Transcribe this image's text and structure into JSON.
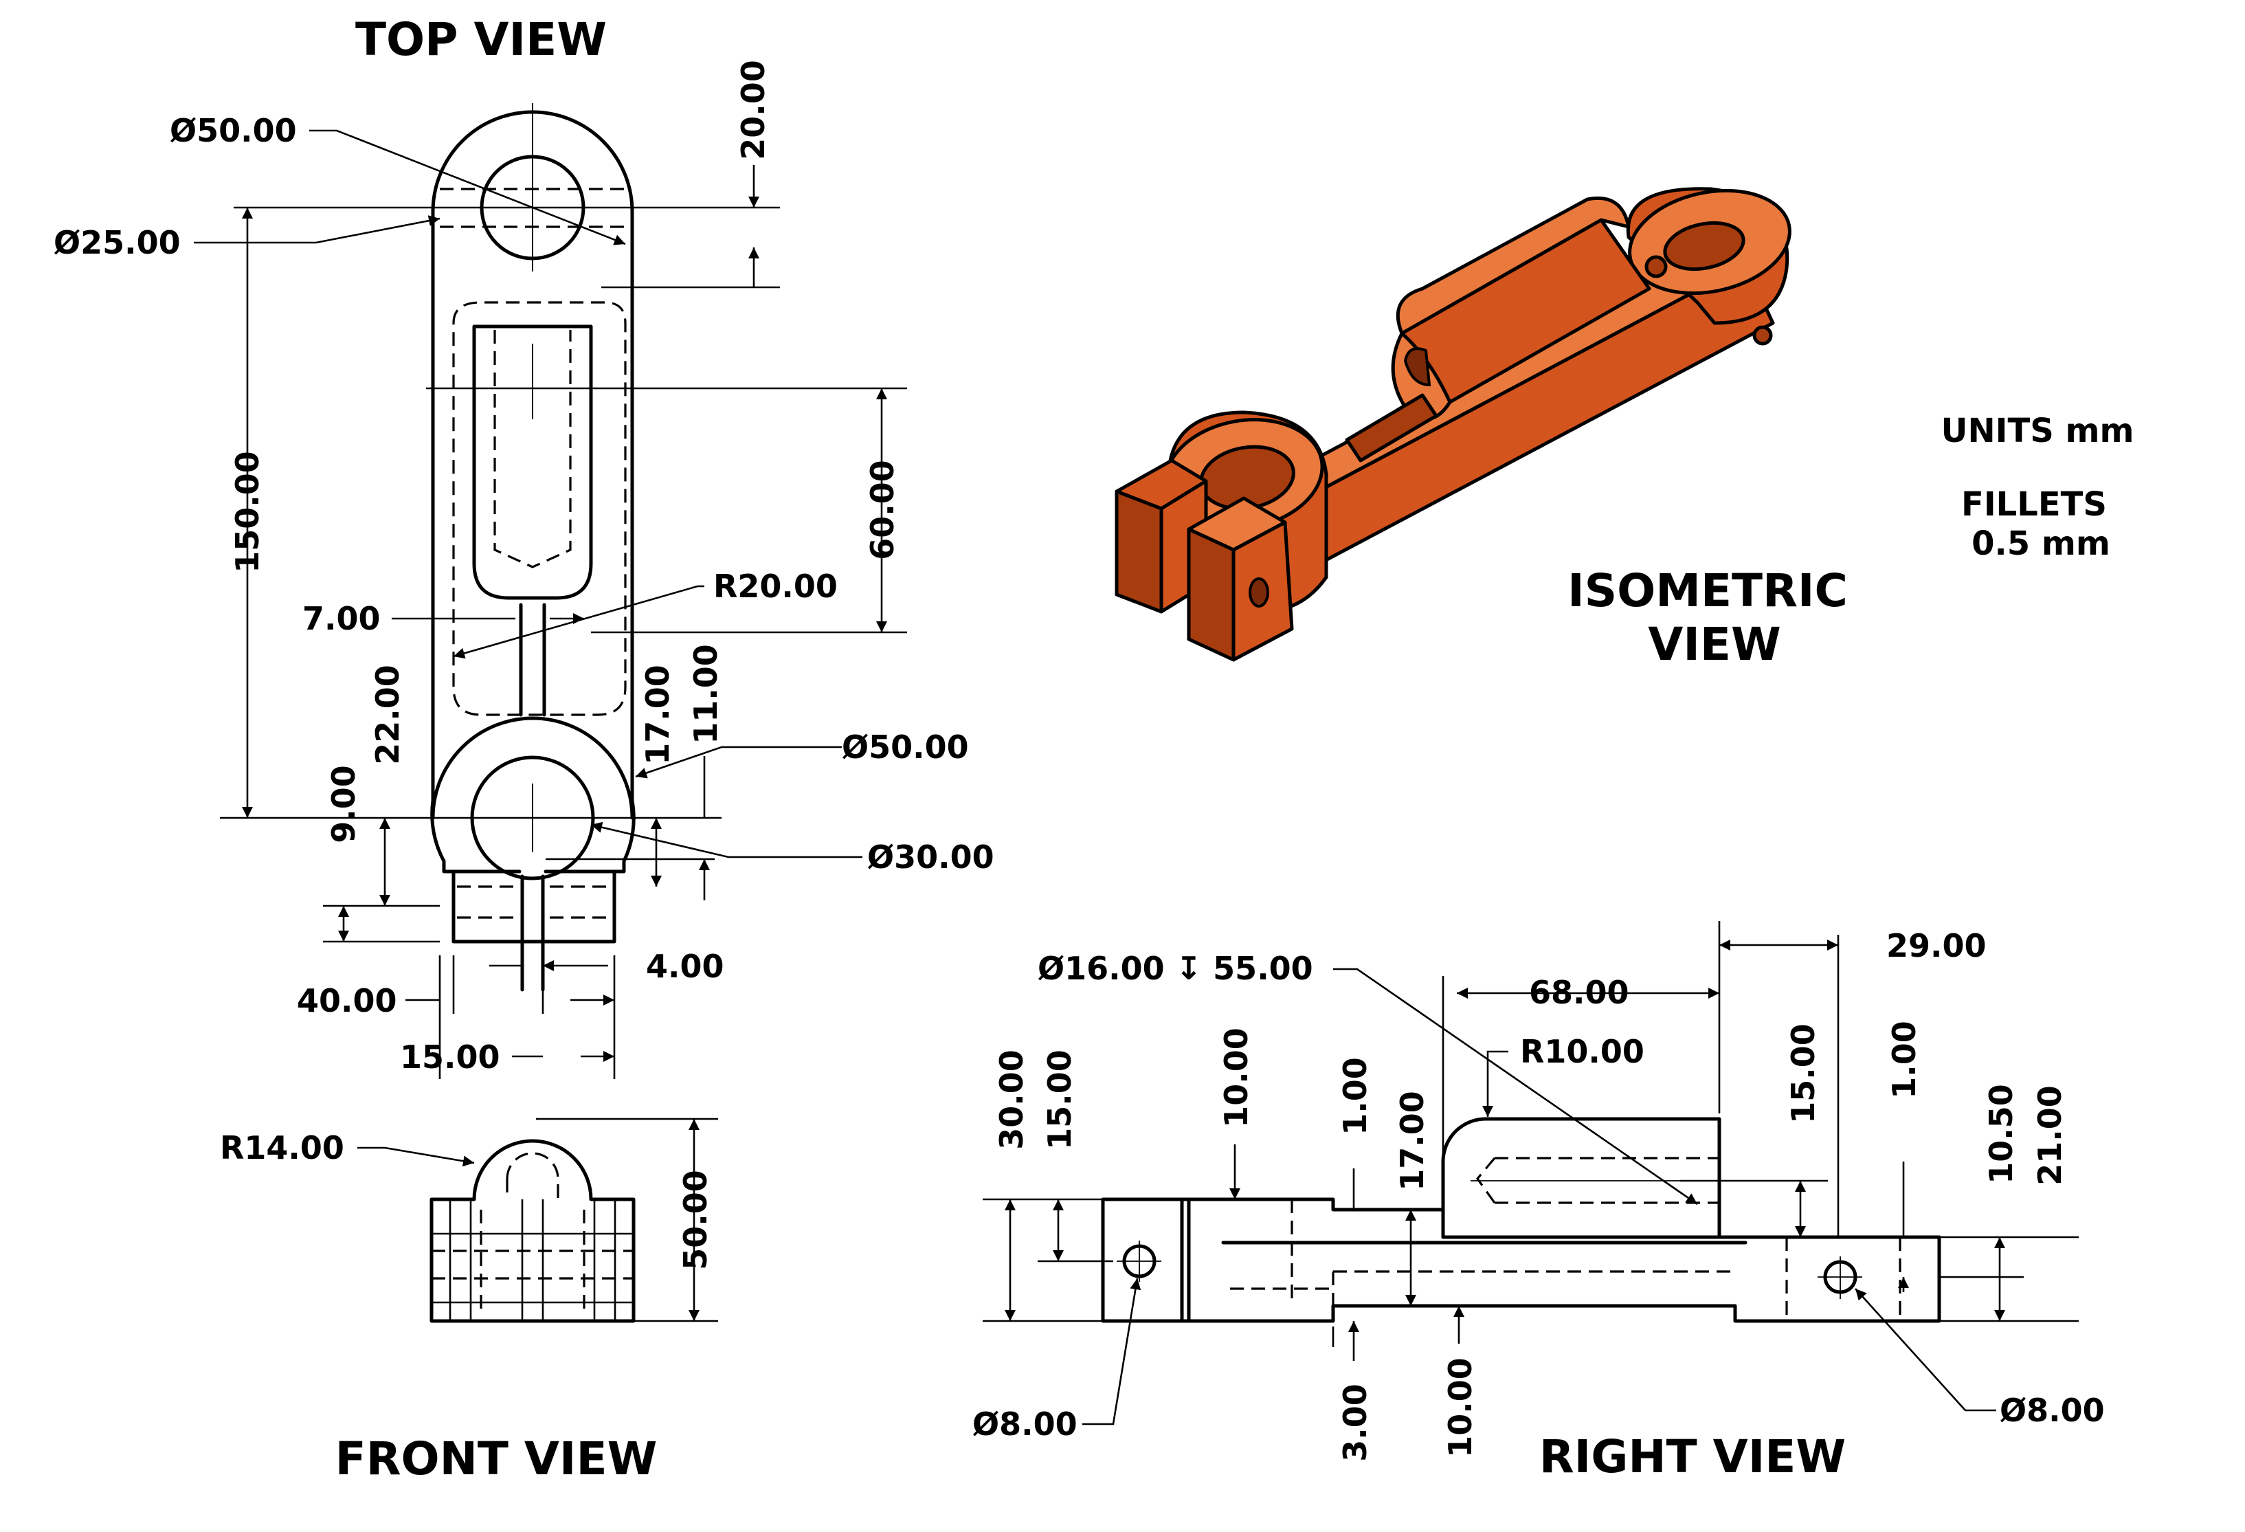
{
  "titles": {
    "top": "TOP VIEW",
    "front": "FRONT VIEW",
    "right": "RIGHT VIEW",
    "iso_line1": "ISOMETRIC",
    "iso_line2": "VIEW"
  },
  "notes": {
    "units": "UNITS mm",
    "fillets_line1": "FILLETS",
    "fillets_line2": "0.5 mm"
  },
  "dims": {
    "top": {
      "dia50_top": "Ø50.00",
      "dia25": "Ø25.00",
      "d20": "20.00",
      "d150": "150.00",
      "d60": "60.00",
      "r20": "R20.00",
      "d7": "7.00",
      "d22": "22.00",
      "d9": "9.00",
      "d17": "17.00",
      "d11": "11.00",
      "dia50_bot": "Ø50.00",
      "dia30": "Ø30.00",
      "d4": "4.00",
      "d40": "40.00",
      "d15": "15.00"
    },
    "front": {
      "r14": "R14.00",
      "d50": "50.00"
    },
    "right": {
      "hole": "Ø16.00 ↧ 55.00",
      "d68": "68.00",
      "d29": "29.00",
      "r10": "R10.00",
      "d30": "30.00",
      "d15a": "15.00",
      "d10a": "10.00",
      "d1a": "1.00",
      "d17": "17.00",
      "d15b": "15.00",
      "d1b": "1.00",
      "d10_5": "10.50",
      "d21": "21.00",
      "d3": "3.00",
      "d10b": "10.00",
      "dia8_left": "Ø8.00",
      "dia8_right": "Ø8.00"
    }
  },
  "colors": {
    "copper_light": "#e9793c",
    "copper_mid": "#d4541e",
    "copper_dark": "#a73c0f",
    "line": "#000000",
    "paper": "#ffffff"
  }
}
